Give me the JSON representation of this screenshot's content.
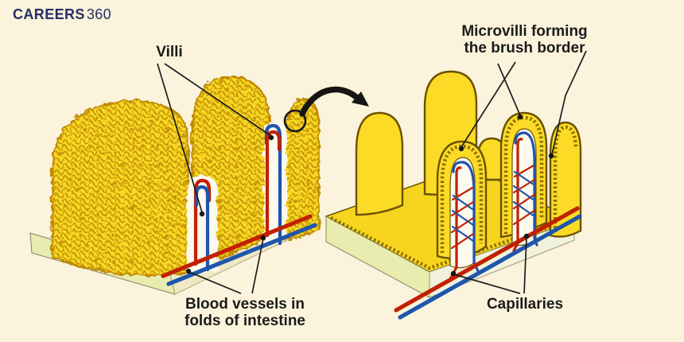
{
  "brand": {
    "bold": "CAREERS",
    "light": "360"
  },
  "labels": {
    "villi": "Villi",
    "microvilli_1": "Microvilli forming",
    "microvilli_2": "the brush border",
    "blood_1": "Blood vessels in",
    "blood_2": "folds of intestine",
    "capillaries": "Capillaries"
  },
  "colors": {
    "background": "#FBF3DC",
    "brand_navy": "#262E66",
    "villus_yellow": "#F8D820",
    "villus_fuzz_outline": "#C7970B",
    "microvilli_yellow": "#FBDB25",
    "diagram_outline": "#6B5200",
    "base_green": "#E8ECAF",
    "artery_red": "#C22000",
    "vein_blue": "#1E55AD",
    "label_text": "#1B1B1B"
  }
}
